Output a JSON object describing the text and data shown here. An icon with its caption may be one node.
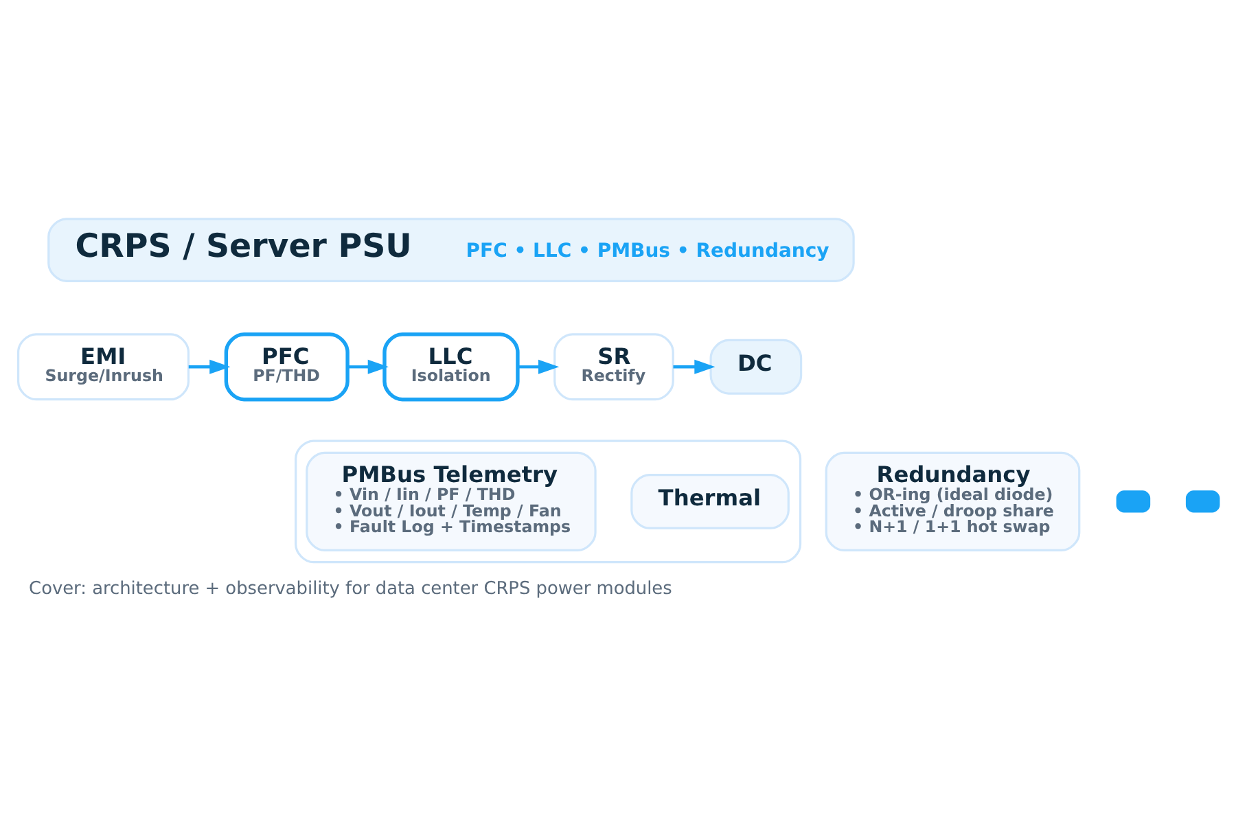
{
  "diagram": {
    "caption": "Cover: architecture + observability for data center CRPS power modules",
    "nodes": [
      {
        "text": [
          "CRPS / Server PSU",
          "PFC • LLC • PMBus • Redundancy"
        ]
      },
      {
        "text": [
          "EMI",
          "Surge/Inrush"
        ]
      },
      {
        "text": [
          "PFC",
          "PF/THD"
        ]
      },
      {
        "text": [
          "LLC",
          "Isolation"
        ]
      },
      {
        "text": [
          "SR",
          "Rectify"
        ]
      },
      {
        "text": [
          "DC"
        ]
      },
      {
        "text": [],
        "shape": "box"
      },
      {
        "text": [
          "PMBus Telemetry",
          "• Vin / Iin / PF / THD",
          "• Vout / Iout / Temp / Fan",
          "• Fault Log + Timestamps"
        ],
        "in": 6
      },
      {
        "text": [
          "Thermal"
        ],
        "in": 6
      },
      {
        "text": [
          "Redundancy",
          "• OR-ing (ideal diode)",
          "• Active / droop share",
          "• N+1 / 1+1 hot swap"
        ]
      },
      {
        "text": [],
        "shape": "box"
      },
      {
        "text": [],
        "shape": "box"
      }
    ],
    "edges": [
      {
        "from": 1,
        "to": 2,
        "arrow": "to"
      },
      {
        "from": 2,
        "to": 3,
        "arrow": "to"
      },
      {
        "from": 3,
        "to": 4,
        "arrow": "to"
      },
      {
        "from": 4,
        "to": 5,
        "arrow": "to"
      }
    ]
  }
}
